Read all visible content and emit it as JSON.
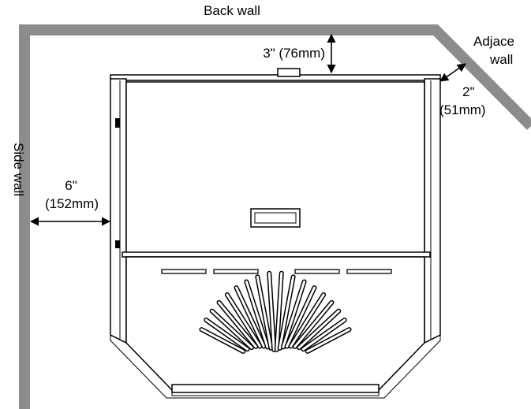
{
  "diagram": {
    "colors": {
      "wall": "#8c8c8c",
      "frame": "#000000",
      "background": "#ffffff"
    },
    "labels": {
      "back_wall": "Back wall",
      "adjacent_wall_line1": "Adjace",
      "adjacent_wall_line2": "wall",
      "side_wall": "Side wall"
    },
    "clearances": {
      "back": {
        "label": "3\" (76mm)"
      },
      "corner": {
        "inches": "2\"",
        "mm": "(51mm)"
      },
      "side": {
        "inches": "6\"",
        "mm": "(152mm)"
      }
    }
  }
}
